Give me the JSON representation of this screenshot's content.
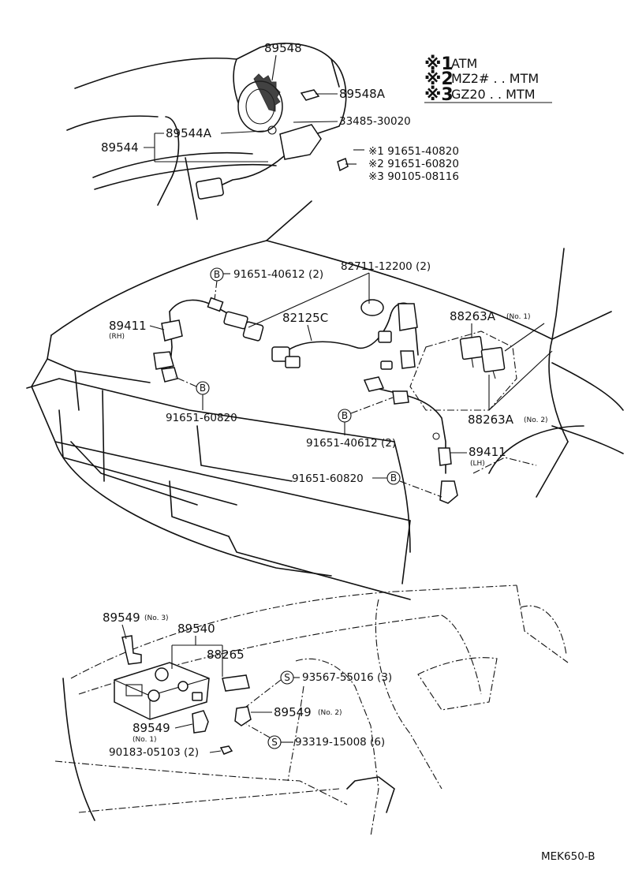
{
  "legend": [
    {
      "mark": "※1",
      "text": "ATM"
    },
    {
      "mark": "※2",
      "text": "MZ2# . . MTM"
    },
    {
      "mark": "※3",
      "text": "GZ20 . . MTM"
    }
  ],
  "labels": {
    "p89548": "89548",
    "p89548A": "89548A",
    "p33485": "33485-30020",
    "p89544A": "89544A",
    "p89544": "89544",
    "v1": "※1 91651-40820",
    "v2": "※2 91651-60820",
    "v3": "※3 90105-08116",
    "b91651_40612_top": "91651-40612 (2)",
    "p82711": "82711-12200 (2)",
    "p89411_rh": "89411",
    "p89411_rh_note": "(RH)",
    "p82125C": "82125C",
    "p88263A_1": "88263A",
    "p88263A_1_note": "(No. 1)",
    "b91651_60820_left": "91651-60820",
    "p88263A_2": "88263A",
    "p88263A_2_note": "(No. 2)",
    "b91651_40612_mid": "91651-40612 (2)",
    "p89411_lh": "89411",
    "p89411_lh_note": "(LH)",
    "b91651_60820_mid": "91651-60820",
    "p89549_3": "89549",
    "p89549_3_note": "(No. 3)",
    "p89540": "89540",
    "p88265": "88265",
    "s93567": "93567-55016 (3)",
    "p89549_2": "89549",
    "p89549_2_note": "(No. 2)",
    "p89549_1": "89549",
    "p89549_1_note": "(No. 1)",
    "s93319": "93319-15008 (6)",
    "p90183": "90183-05103 (2)",
    "code": "MEK650-B"
  },
  "symbols": {
    "bolt": "B",
    "screw": "S"
  }
}
